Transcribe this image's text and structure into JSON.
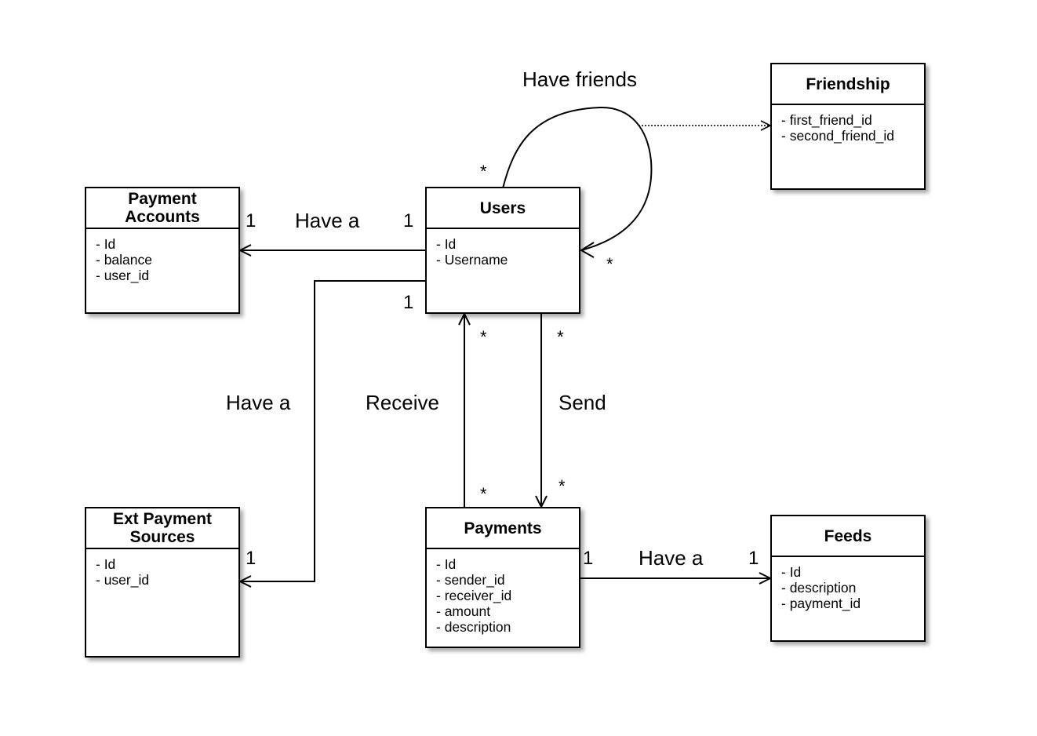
{
  "classes": {
    "payment_accounts": {
      "title_line1": "Payment",
      "title_line2": "Accounts",
      "attributes": [
        "- Id",
        "- balance",
        "- user_id"
      ]
    },
    "users": {
      "title": "Users",
      "attributes": [
        "- Id",
        "- Username"
      ]
    },
    "friendship": {
      "title": "Friendship",
      "attributes": [
        "- first_friend_id",
        "- second_friend_id"
      ]
    },
    "ext_payment_sources": {
      "title_line1": "Ext Payment",
      "title_line2": "Sources",
      "attributes": [
        "- Id",
        "- user_id"
      ]
    },
    "payments": {
      "title": "Payments",
      "attributes": [
        "- Id",
        "- sender_id",
        "- receiver_id",
        "- amount",
        "- description"
      ]
    },
    "feeds": {
      "title": "Feeds",
      "attributes": [
        "- Id",
        "- description",
        "- payment_id"
      ]
    }
  },
  "relations": {
    "have_friends": {
      "label": "Have friends",
      "mult_source": "*",
      "mult_target": "*"
    },
    "users_payment_accounts": {
      "label": "Have a",
      "mult_left": "1",
      "mult_right": "1"
    },
    "users_ext_sources": {
      "label": "Have a",
      "mult_users": "1",
      "mult_ext": "1"
    },
    "receive": {
      "label": "Receive",
      "mult_users": "*",
      "mult_payments": "*"
    },
    "send": {
      "label": "Send",
      "mult_users": "*",
      "mult_payments": "*"
    },
    "payments_feeds": {
      "label": "Have a",
      "mult_left": "1",
      "mult_right": "1"
    }
  }
}
